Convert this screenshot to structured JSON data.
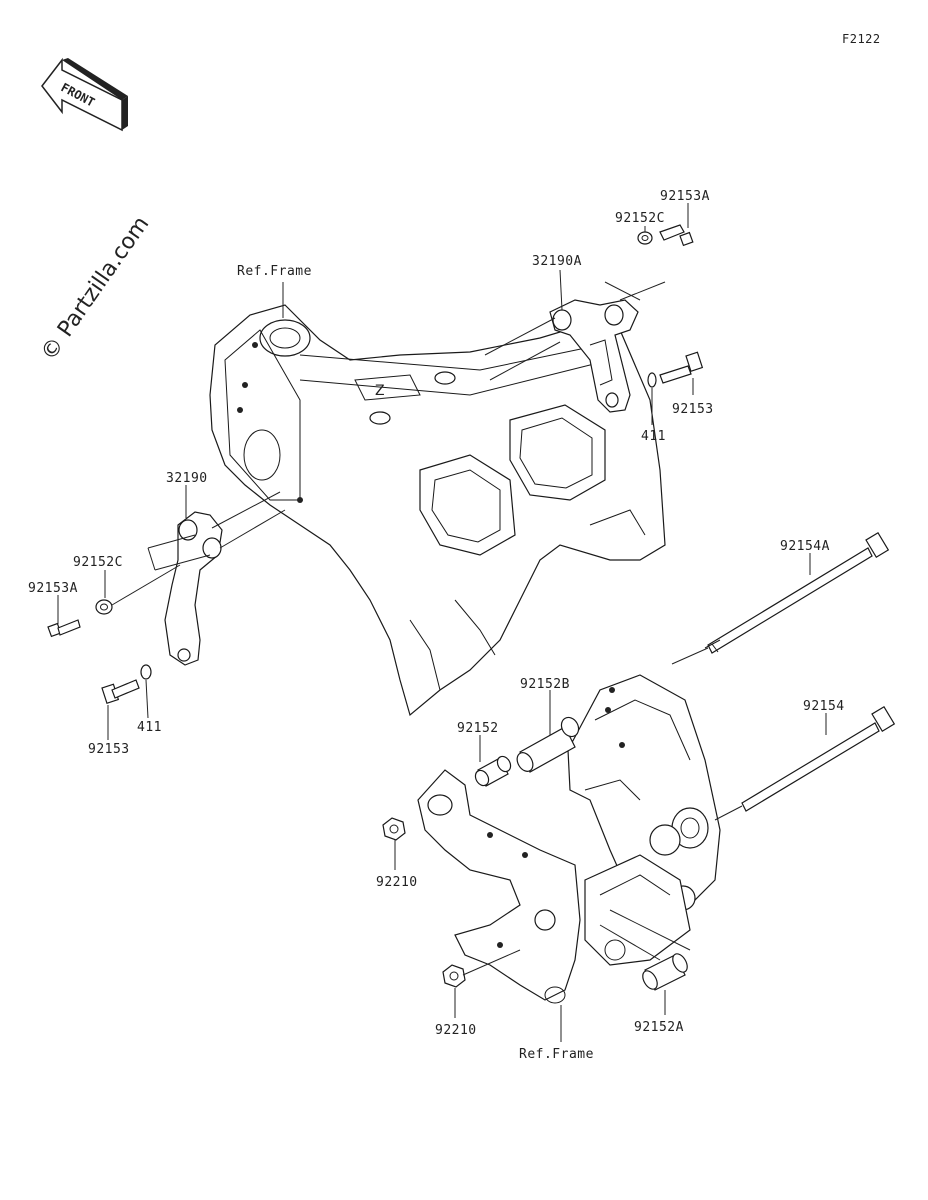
{
  "diagram_code": "F2122",
  "front_label": "FRONT",
  "watermark": "© Partzilla.com",
  "ref_labels": {
    "top": "Ref.Frame",
    "bottom": "Ref.Frame"
  },
  "part_labels": {
    "p92153A_r": "92153A",
    "p92152C_r": "92152C",
    "p32190A": "32190A",
    "p411_r": "411",
    "p92153_r": "92153",
    "p32190": "32190",
    "p92152C_l": "92152C",
    "p92153A_l": "92153A",
    "p92153_l": "92153",
    "p411_l": "411",
    "p92154A": "92154A",
    "p92154": "92154",
    "p92152B": "92152B",
    "p92152": "92152",
    "p92210_a": "92210",
    "p92210_b": "92210",
    "p92152A": "92152A"
  }
}
